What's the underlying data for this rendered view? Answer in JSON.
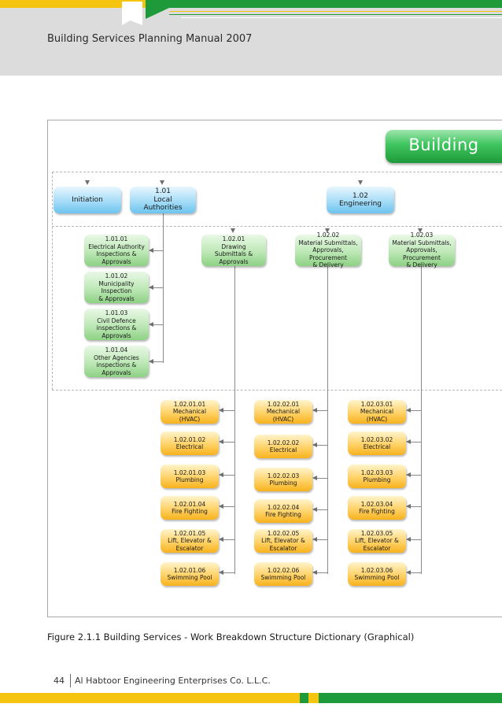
{
  "header": {
    "title": "Building Services Planning Manual 2007"
  },
  "diagram": {
    "root": "Building",
    "level1": {
      "initiation": "Initiation",
      "local": "1.01\nLocal\nAuthorities",
      "engineering": "1.02\nEngineering"
    },
    "authorities": [
      "1.01.01\nElectrical Authority\nInspections &\nApprovals",
      "1.01.02\nMunicipality Inspection\n& Approvals",
      "1.01.03\nCivil Defence\ninspections & Approvals",
      "1.01.04\nOther Agencies\ninspections & Approvals"
    ],
    "engineering": [
      "1.02.01\nDrawing\nSubmittals &\nApprovals",
      "1.02.02\nMaterial Submittals,\nApprovals, Procurement\n& Delivery",
      "1.02.03\nMaterial Submittals,\nApprovals, Procurement\n& Delivery"
    ],
    "drawing_items": [
      "1.02.01.01\nMechanical (HVAC)",
      "1.02.01.02\nElectrical",
      "1.02.01.03\nPlumbing",
      "1.02.01.04\nFire Fighting",
      "1.02.01.05\nLift, Elevator &\nEscalator",
      "1.02.01.06\nSwimming Pool"
    ],
    "material_items": [
      "1.02.02.01\nMechanical (HVAC)",
      "1.02.02.02\nElectrical",
      "1.02.02.03\nPlumbing",
      "1.02.02.04\nFire Fighting",
      "1.02.02.05\nLift, Elevator &\nEscalator",
      "1.02.02.06\nSwimming Pool"
    ],
    "procurement_items": [
      "1.02.03.01\nMechanical (HVAC)",
      "1.02.03.02\nElectrical",
      "1.02.03.03\nPlumbing",
      "1.02.03.04\nFire Fighting",
      "1.02.03.05\nLift, Elevator &\nEscalator",
      "1.02.03.06\nSwimming Pool"
    ]
  },
  "caption": "Figure 2.1.1  Building Services - Work Breakdown Structure Dictionary (Graphical)",
  "footer": {
    "page": "44",
    "company": "Al Habtoor Engineering Enterprises Co. L.L.C."
  },
  "colors": {
    "brand_yellow": "#f5c40f",
    "brand_green": "#1e9a3a",
    "node_blue": "#6cc4ee",
    "node_green": "#8dd184",
    "node_orange": "#f7b21d"
  }
}
